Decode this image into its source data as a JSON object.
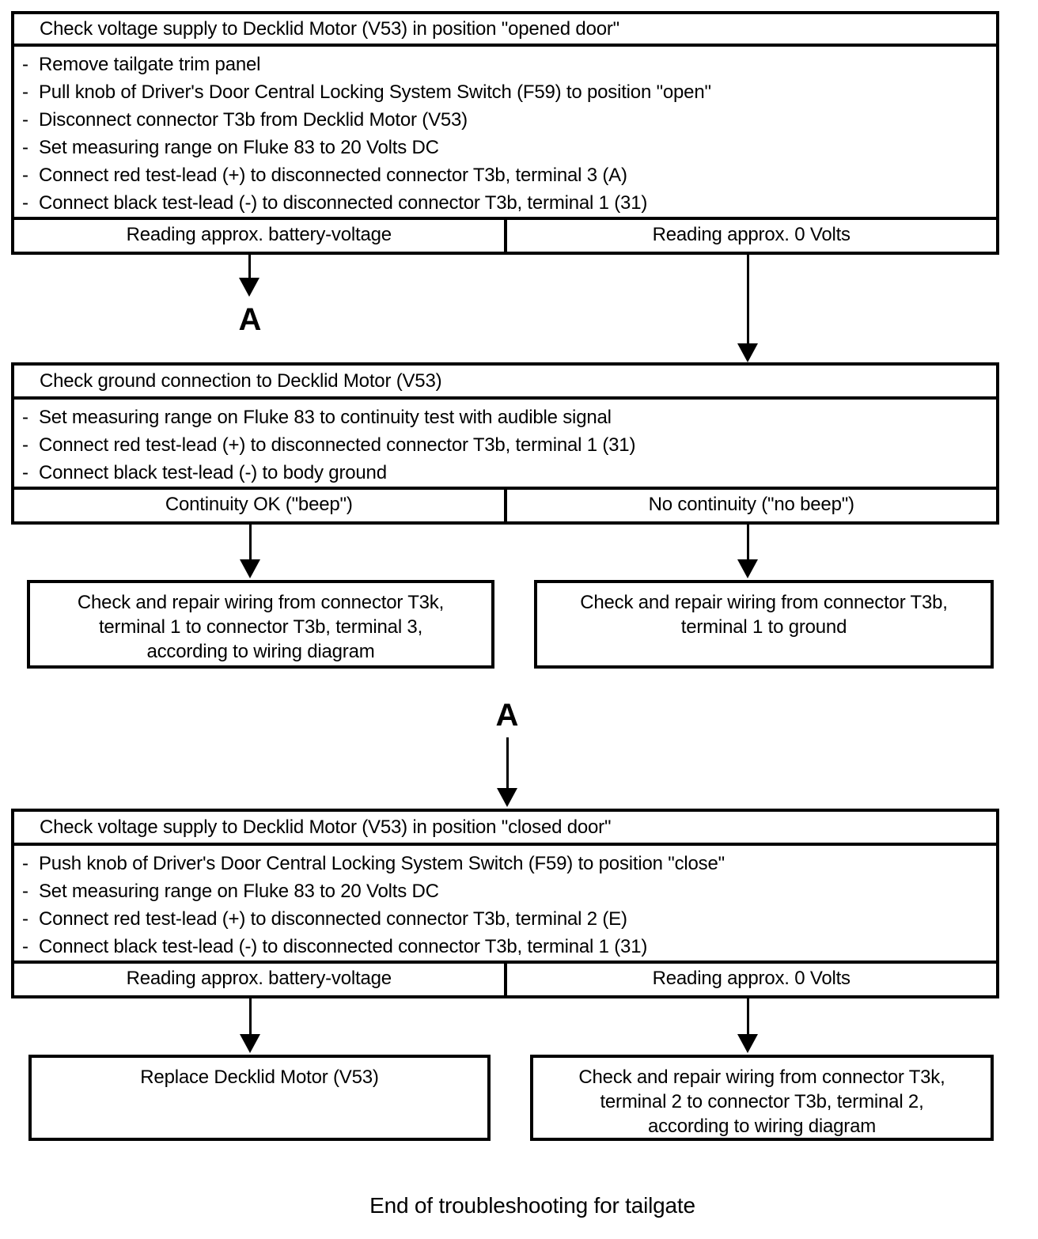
{
  "step_marker": "-",
  "connector_a": "A",
  "box1": {
    "title": "Check voltage supply to Decklid Motor (V53) in position \"opened door\"",
    "steps": [
      "Remove tailgate trim panel",
      "Pull knob of Driver's Door Central Locking System Switch (F59) to position \"open\"",
      "Disconnect connector T3b from Decklid Motor (V53)",
      "Set measuring range on Fluke 83 to 20 Volts DC",
      "Connect red test-lead (+) to disconnected connector T3b, terminal 3 (A)",
      "Connect black test-lead (-) to disconnected connector T3b, terminal 1 (31)"
    ],
    "outcome_left": "Reading approx. battery-voltage",
    "outcome_right": "Reading approx. 0 Volts"
  },
  "box2": {
    "title": "Check ground connection to Decklid Motor (V53)",
    "steps": [
      "Set measuring range on Fluke 83 to continuity test with audible signal",
      "Connect red test-lead (+) to disconnected connector T3b, terminal 1 (31)",
      "Connect black test-lead (-) to body ground"
    ],
    "outcome_left": "Continuity OK (\"beep\")",
    "outcome_right": "No continuity (\"no beep\")"
  },
  "repair1_left": {
    "lines": [
      "Check and repair wiring from connector T3k,",
      "terminal 1 to connector T3b, terminal 3,",
      "according to wiring diagram"
    ]
  },
  "repair1_right": {
    "lines": [
      "Check and repair wiring from connector T3b,",
      "terminal 1 to ground"
    ]
  },
  "box3": {
    "title": "Check voltage supply to Decklid Motor (V53) in position \"closed door\"",
    "steps": [
      "Push knob of Driver's Door Central Locking System Switch (F59) to position \"close\"",
      "Set measuring range on Fluke 83 to 20 Volts DC",
      "Connect red test-lead (+) to disconnected connector T3b, terminal 2 (E)",
      "Connect black test-lead (-) to disconnected connector T3b, terminal 1 (31)"
    ],
    "outcome_left": "Reading approx. battery-voltage",
    "outcome_right": "Reading approx. 0 Volts"
  },
  "final_left": {
    "lines": [
      "Replace Decklid Motor (V53)"
    ]
  },
  "final_right": {
    "lines": [
      "Check and repair wiring from connector T3k,",
      "terminal 2 to connector T3b, terminal 2,",
      "according to wiring diagram"
    ]
  },
  "footer": "End of troubleshooting for tailgate"
}
